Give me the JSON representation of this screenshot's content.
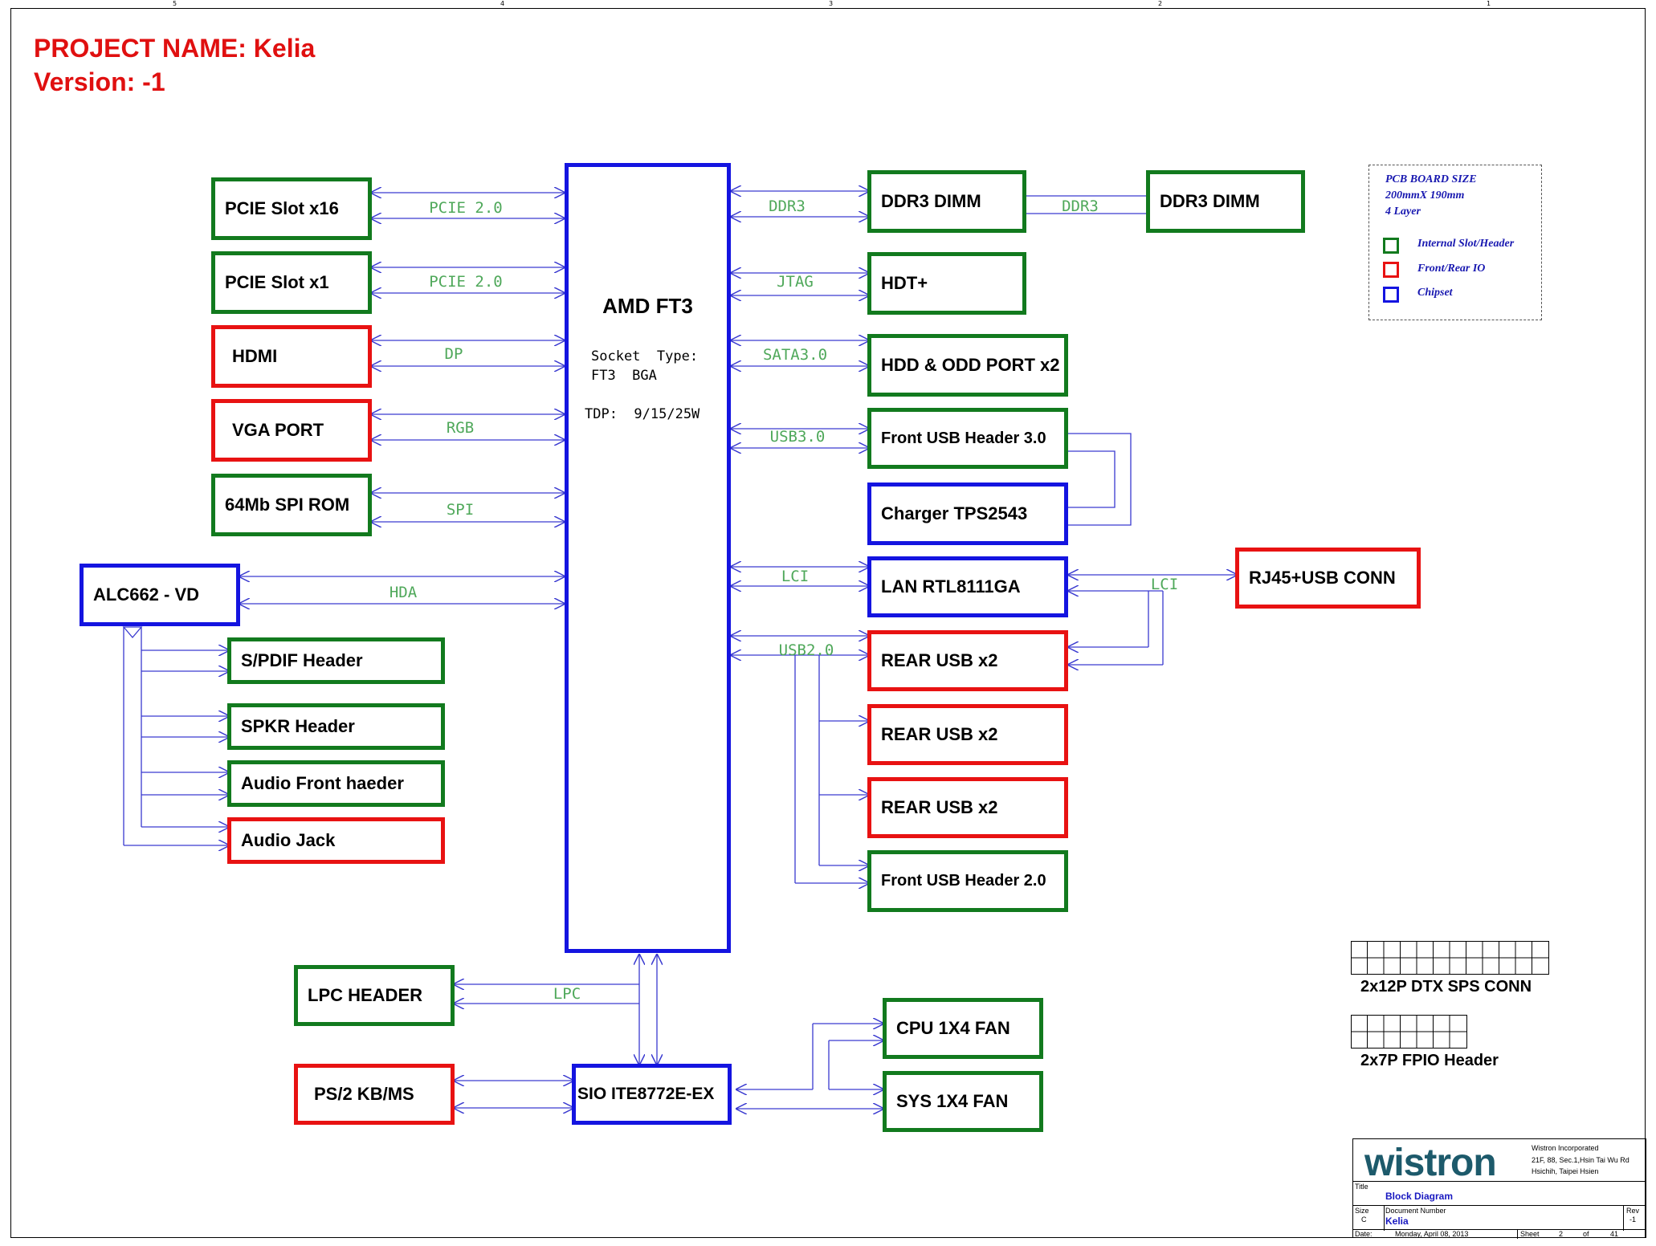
{
  "header": {
    "project": "PROJECT NAME: Kelia",
    "version": "Version: -1"
  },
  "cpu": {
    "title": "AMD FT3",
    "socket_line1": "Socket  Type:",
    "socket_line2": "FT3  BGA",
    "tdp": "TDP:  9/15/25W"
  },
  "left_blocks": {
    "pcie16": "PCIE Slot x16",
    "pcie1": "PCIE Slot x1",
    "hdmi": "HDMI",
    "vga": "VGA PORT",
    "spi_rom": "64Mb SPI ROM",
    "alc": "ALC662 - VD",
    "spdif": "S/PDIF Header",
    "spkr": "SPKR Header",
    "audio_front": "Audio Front haeder",
    "audio_jack": "Audio Jack",
    "lpc_header": "LPC HEADER",
    "ps2": "PS/2 KB/MS",
    "sio": "SIO ITE8772E-EX"
  },
  "right_blocks": {
    "ddr3_dimm1": "DDR3 DIMM",
    "ddr3_dimm2": "DDR3 DIMM",
    "hdt": "HDT+",
    "hdd": "HDD & ODD PORT x2",
    "front_usb3": "Front USB Header 3.0",
    "charger": "Charger TPS2543",
    "lan": "LAN RTL8111GA",
    "rj45": "RJ45+USB CONN",
    "rear_usb1": "REAR USB  x2",
    "rear_usb2": "REAR USB  x2",
    "rear_usb3": "REAR USB  x2",
    "front_usb2": "Front USB Header 2.0",
    "cpu_fan": "CPU 1X4 FAN",
    "sys_fan": "SYS 1X4 FAN"
  },
  "buses": {
    "pcie_a": "PCIE 2.0",
    "pcie_b": "PCIE 2.0",
    "dp": "DP",
    "rgb": "RGB",
    "spi": "SPI",
    "hda": "HDA",
    "ddr3_a": "DDR3",
    "ddr3_b": "DDR3",
    "jtag": "JTAG",
    "sata": "SATA3.0",
    "usb3": "USB3.0",
    "lci_a": "LCI",
    "lci_b": "LCI",
    "usb2": "USB2.0",
    "lpc": "LPC"
  },
  "legend": {
    "board_size": "PCB BOARD SIZE",
    "dimensions": "200mmX 190mm",
    "layers": "4 Layer",
    "green": "Internal Slot/Header",
    "red": "Front/Rear IO",
    "blue": "Chipset"
  },
  "connectors": {
    "dtx": "2x12P DTX SPS CONN",
    "fpio": "2x7P FPIO Header"
  },
  "title_block": {
    "logo": "wistron",
    "company": "Wistron Incorporated",
    "addr1": "21F, 88, Sec.1,Hsin Tai Wu Rd",
    "addr2": "Hsichih, Taipei Hsien",
    "title_label": "Title",
    "title": "Block Diagram",
    "size_label": "Size",
    "size": "C",
    "docnum_label": "Document Number",
    "docnum": "Kelia",
    "rev_label": "Rev",
    "rev": "-1",
    "date_label": "Date:",
    "date": "Monday, April 08, 2013",
    "sheet_label": "Sheet",
    "sheet": "2",
    "of_label": "of",
    "total": "41"
  },
  "colors": {
    "green": "#127a1e",
    "red": "#e81212",
    "blue": "#1414e0",
    "wire": "#3a3ad0",
    "bus_text": "#4fa85a",
    "header_text": "#e01010"
  }
}
